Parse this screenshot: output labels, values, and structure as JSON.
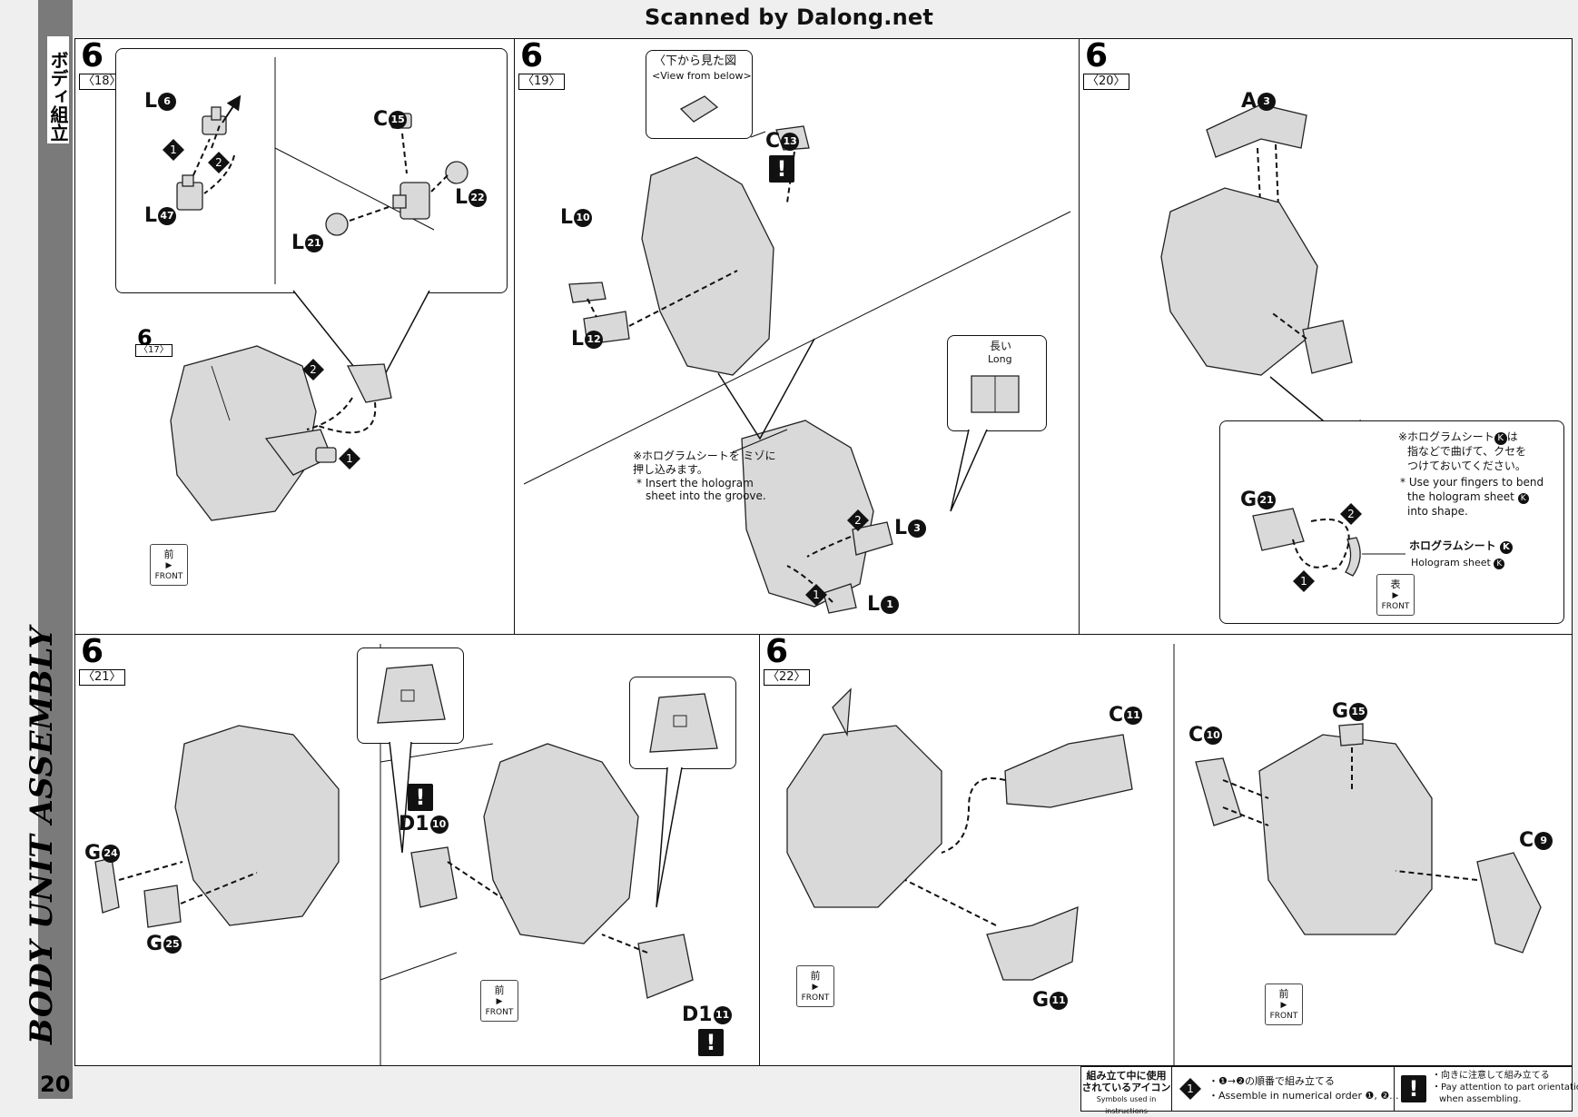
{
  "header": {
    "scan_credit": "Scanned by Dalong.net"
  },
  "section": {
    "title_jp": "ボディ組立",
    "title_en": "BODY UNIT ASSEMBLY",
    "page_number": "20"
  },
  "steps": [
    {
      "step": "6",
      "sub": "〈18〉",
      "parts": [
        "L6",
        "L47",
        "C15",
        "L22",
        "L21"
      ]
    },
    {
      "step": "6",
      "sub": "〈17〉"
    },
    {
      "step": "6",
      "sub": "〈19〉",
      "view_below_jp": "〈下から見た図",
      "view_below_en": "<View from below>",
      "parts": [
        "C13",
        "L10",
        "L12",
        "L3",
        "L1"
      ],
      "long_jp": "長い",
      "long_en": "Long",
      "note_jp": "※ホログラムシートを ミゾに押し込みます。",
      "note_en_1": "* Insert the hologram",
      "note_en_2": "sheet into the groove."
    },
    {
      "step": "6",
      "sub": "〈20〉",
      "parts": [
        "A3",
        "G21"
      ],
      "note_jp_1": "※ホログラムシート",
      "note_jp_1b": "は",
      "note_jp_2": "指などで曲げて、クセを",
      "note_jp_3": "つけておいてください。",
      "note_en_1": "* Use your fingers to bend",
      "note_en_2": "the hologram sheet",
      "note_en_3": "into shape.",
      "sheet_jp": "ホログラムシート",
      "sheet_en": "Hologram sheet"
    },
    {
      "step": "6",
      "sub": "〈21〉",
      "parts": [
        "G24",
        "G25",
        "D1 10",
        "D1 11"
      ]
    },
    {
      "step": "6",
      "sub": "〈22〉",
      "parts": [
        "C11",
        "G11",
        "C10",
        "G15",
        "C9"
      ]
    }
  ],
  "labels": {
    "L6": {
      "letter": "L",
      "num": "6"
    },
    "L47": {
      "letter": "L",
      "num": "47"
    },
    "C15": {
      "letter": "C",
      "num": "15"
    },
    "L22": {
      "letter": "L",
      "num": "22"
    },
    "L21": {
      "letter": "L",
      "num": "21"
    },
    "C13": {
      "letter": "C",
      "num": "13"
    },
    "L10": {
      "letter": "L",
      "num": "10"
    },
    "L12": {
      "letter": "L",
      "num": "12"
    },
    "L3": {
      "letter": "L",
      "num": "3"
    },
    "L1": {
      "letter": "L",
      "num": "1"
    },
    "A3": {
      "letter": "A",
      "num": "3"
    },
    "G21": {
      "letter": "G",
      "num": "21"
    },
    "G24": {
      "letter": "G",
      "num": "24"
    },
    "G25": {
      "letter": "G",
      "num": "25"
    },
    "D1_10": {
      "letter": "D1",
      "num": "10"
    },
    "D1_11": {
      "letter": "D1",
      "num": "11"
    },
    "C11": {
      "letter": "C",
      "num": "11"
    },
    "G11": {
      "letter": "G",
      "num": "11"
    },
    "C10": {
      "letter": "C",
      "num": "10"
    },
    "G15": {
      "letter": "G",
      "num": "15"
    },
    "C9": {
      "letter": "C",
      "num": "9"
    },
    "K": "K"
  },
  "order": {
    "one": "1",
    "two": "2"
  },
  "exclamation": "!",
  "front_icon": {
    "jp": "前",
    "en": "FRONT"
  },
  "face_icon": {
    "jp": "表",
    "en": "FRONT"
  },
  "legend": {
    "title_jp_1": "組み立て中に使用",
    "title_jp_2": "されているアイコン",
    "title_en": "Symbols used in instructions",
    "order_jp": "・❶→❷の順番で組み立てる",
    "order_en": "・Assemble in numerical order ❶, ❷...",
    "attention_jp": "・向きに注意して組み立てる",
    "attention_en_1": "・Pay attention to part orientation",
    "attention_en_2": "when assembling."
  }
}
